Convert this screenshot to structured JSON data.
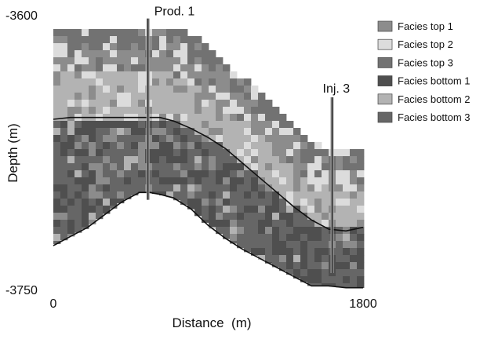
{
  "chart_data": {
    "type": "heatmap",
    "xlabel": "Distance  (m)",
    "ylabel": "Depth (m)",
    "xlim": [
      0,
      1800
    ],
    "ylim": [
      -3750,
      -3600
    ],
    "x_ticks": [
      "0",
      "1800"
    ],
    "y_ticks": [
      "-3600",
      "-3750"
    ],
    "legend_position": "top-right",
    "legend": [
      {
        "label": "Facies top 1",
        "color": "#8c8c8c"
      },
      {
        "label": "Facies top 2",
        "color": "#dcdcdc"
      },
      {
        "label": "Facies top 3",
        "color": "#727272"
      },
      {
        "label": "Facies bottom 1",
        "color": "#4f4f4f"
      },
      {
        "label": "Facies bottom 2",
        "color": "#b3b3b3"
      },
      {
        "label": "Facies bottom 3",
        "color": "#666666"
      }
    ],
    "wells": [
      {
        "label": "Prod. 1",
        "x": 550,
        "top": -3602,
        "bottom": -3701
      },
      {
        "label": "Inj. 3",
        "x": 1620,
        "top": -3645,
        "bottom": -3741
      }
    ],
    "surfaces": {
      "x": [
        0,
        100,
        200,
        300,
        400,
        500,
        560,
        620,
        700,
        800,
        900,
        1000,
        1100,
        1200,
        1300,
        1400,
        1500,
        1600,
        1700,
        1800
      ],
      "top": [
        -3608,
        -3608,
        -3608,
        -3608,
        -3608,
        -3608,
        -3608,
        -3608,
        -3609,
        -3610,
        -3616,
        -3625,
        -3634,
        -3643,
        -3652,
        -3661,
        -3670,
        -3673,
        -3673,
        -3673
      ],
      "contact": [
        -3657,
        -3656,
        -3656,
        -3656,
        -3656,
        -3656,
        -3656,
        -3656,
        -3658,
        -3662,
        -3667,
        -3673,
        -3681,
        -3689,
        -3697,
        -3705,
        -3712,
        -3717,
        -3718,
        -3716
      ],
      "base": [
        -3726,
        -3721,
        -3716,
        -3709,
        -3702,
        -3697,
        -3697,
        -3698,
        -3700,
        -3706,
        -3715,
        -3722,
        -3728,
        -3733,
        -3738,
        -3743,
        -3748,
        -3748,
        -3749,
        -3749
      ]
    }
  }
}
